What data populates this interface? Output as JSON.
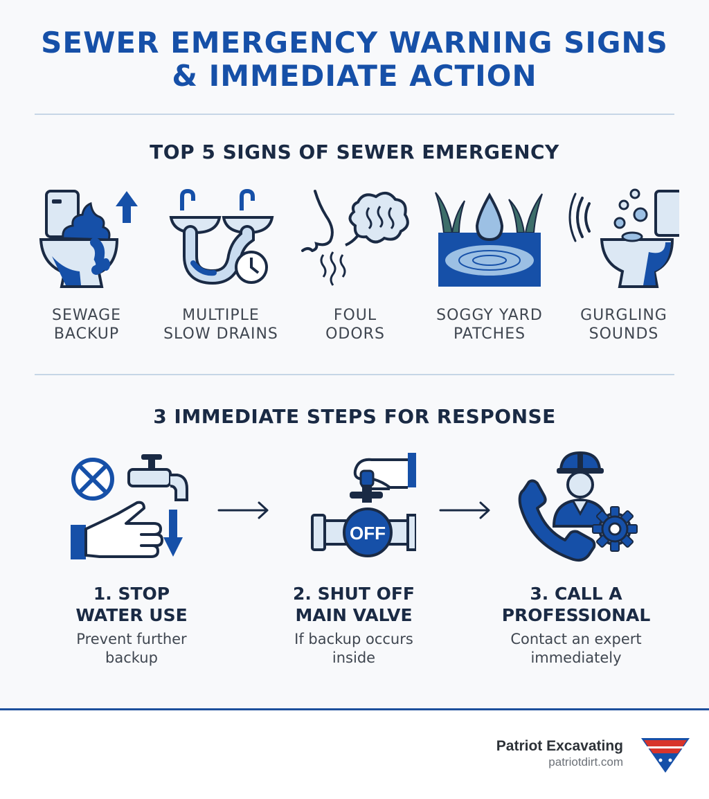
{
  "title_line1": "SEWER EMERGENCY WARNING SIGNS",
  "title_line2": "& IMMEDIATE ACTION",
  "signs_section": {
    "title": "TOP 5 SIGNS OF SEWER EMERGENCY",
    "items": [
      {
        "icon": "toilet-overflow-icon",
        "line1": "SEWAGE",
        "line2": "BACKUP"
      },
      {
        "icon": "slow-drain-icon",
        "line1": "MULTIPLE",
        "line2": "SLOW DRAINS"
      },
      {
        "icon": "foul-odor-icon",
        "line1": "FOUL",
        "line2": "ODORS"
      },
      {
        "icon": "soggy-yard-icon",
        "line1": "SOGGY YARD",
        "line2": "PATCHES"
      },
      {
        "icon": "gurgling-toilet-icon",
        "line1": "GURGLING",
        "line2": "SOUNDS"
      }
    ]
  },
  "steps_section": {
    "title": "3 IMMEDIATE STEPS FOR RESPONSE",
    "steps": [
      {
        "icon": "stop-water-icon",
        "title_line1": "1. STOP",
        "title_line2": "WATER USE",
        "desc_line1": "Prevent further",
        "desc_line2": "backup"
      },
      {
        "icon": "shutoff-valve-icon",
        "valve_label": "OFF",
        "title_line1": "2. SHUT OFF",
        "title_line2": "MAIN VALVE",
        "desc_line1": "If backup occurs",
        "desc_line2": "inside"
      },
      {
        "icon": "call-professional-icon",
        "title_line1": "3. CALL A",
        "title_line2": "PROFESSIONAL",
        "desc_line1": "Contact an expert",
        "desc_line2": "immediately"
      }
    ]
  },
  "footer": {
    "brand": "Patriot Excavating",
    "url": "patriotdirt.com"
  },
  "colors": {
    "primary_blue": "#1650a8",
    "dark_navy": "#1a2a44",
    "light_blue": "#dce8f4",
    "accent_red": "#d8342b"
  }
}
